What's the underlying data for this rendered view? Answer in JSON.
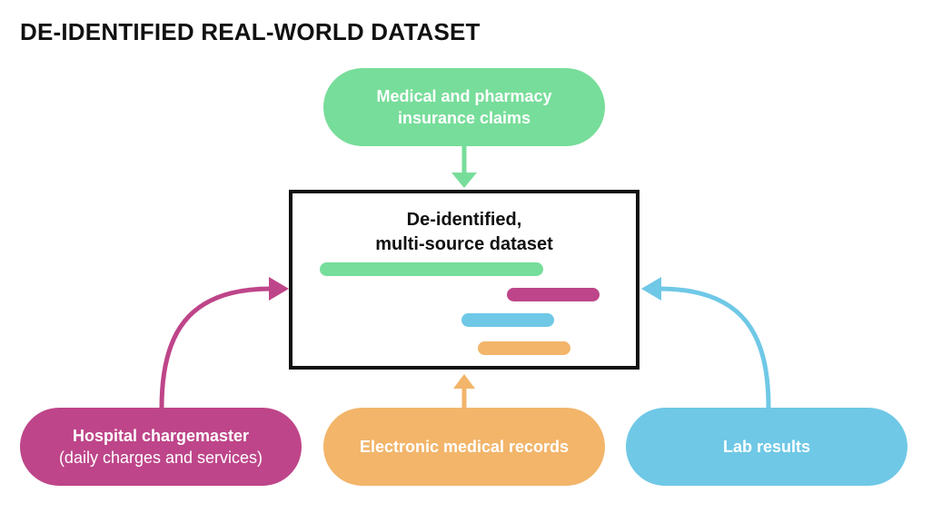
{
  "title": "DE-IDENTIFIED REAL-WORLD DATASET",
  "colors": {
    "green": "#77DD9A",
    "magenta": "#BE4589",
    "blue": "#6FC8E6",
    "orange": "#F2B56A"
  },
  "nodes": {
    "claims": {
      "line1": "Medical and pharmacy",
      "line2": "insurance claims"
    },
    "center": {
      "line1": "De-identified,",
      "line2": "multi-source dataset"
    },
    "chargemaster": {
      "line1": "Hospital chargemaster",
      "line2": "(daily charges and services)"
    },
    "emr": {
      "label": "Electronic medical records"
    },
    "lab": {
      "label": "Lab results"
    }
  }
}
